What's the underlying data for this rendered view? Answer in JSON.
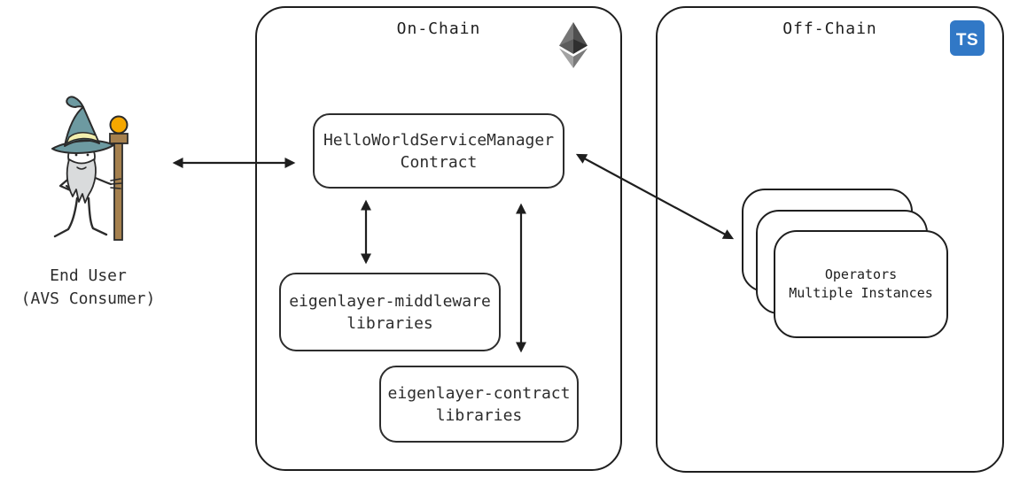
{
  "diagram": {
    "end_user": {
      "line1": "End User",
      "line2": "(AVS Consumer)"
    },
    "on_chain": {
      "title": "On-Chain",
      "service_manager": {
        "line1": "HelloWorldServiceManager",
        "line2": "Contract"
      },
      "middleware": {
        "line1": "eigenlayer-middleware",
        "line2": "libraries"
      },
      "contract": {
        "line1": "eigenlayer-contract",
        "line2": "libraries"
      }
    },
    "off_chain": {
      "title": "Off-Chain",
      "typescript_label": "TS",
      "operators": {
        "line1": "Operators",
        "line2": "Multiple Instances"
      }
    },
    "icons": {
      "ethereum": "ethereum-icon",
      "typescript": "typescript-icon",
      "wizard": "wizard-end-user-icon"
    },
    "colors": {
      "stroke": "#1e1e1e",
      "background": "#ffffff",
      "typescript_blue": "#3178c6",
      "hat_teal": "#6d9aa1",
      "hat_band_yellow": "#f2efae",
      "beard_gray": "#d9dbdc",
      "staff_brown": "#a5804e",
      "orb_orange": "#f5a700"
    }
  }
}
